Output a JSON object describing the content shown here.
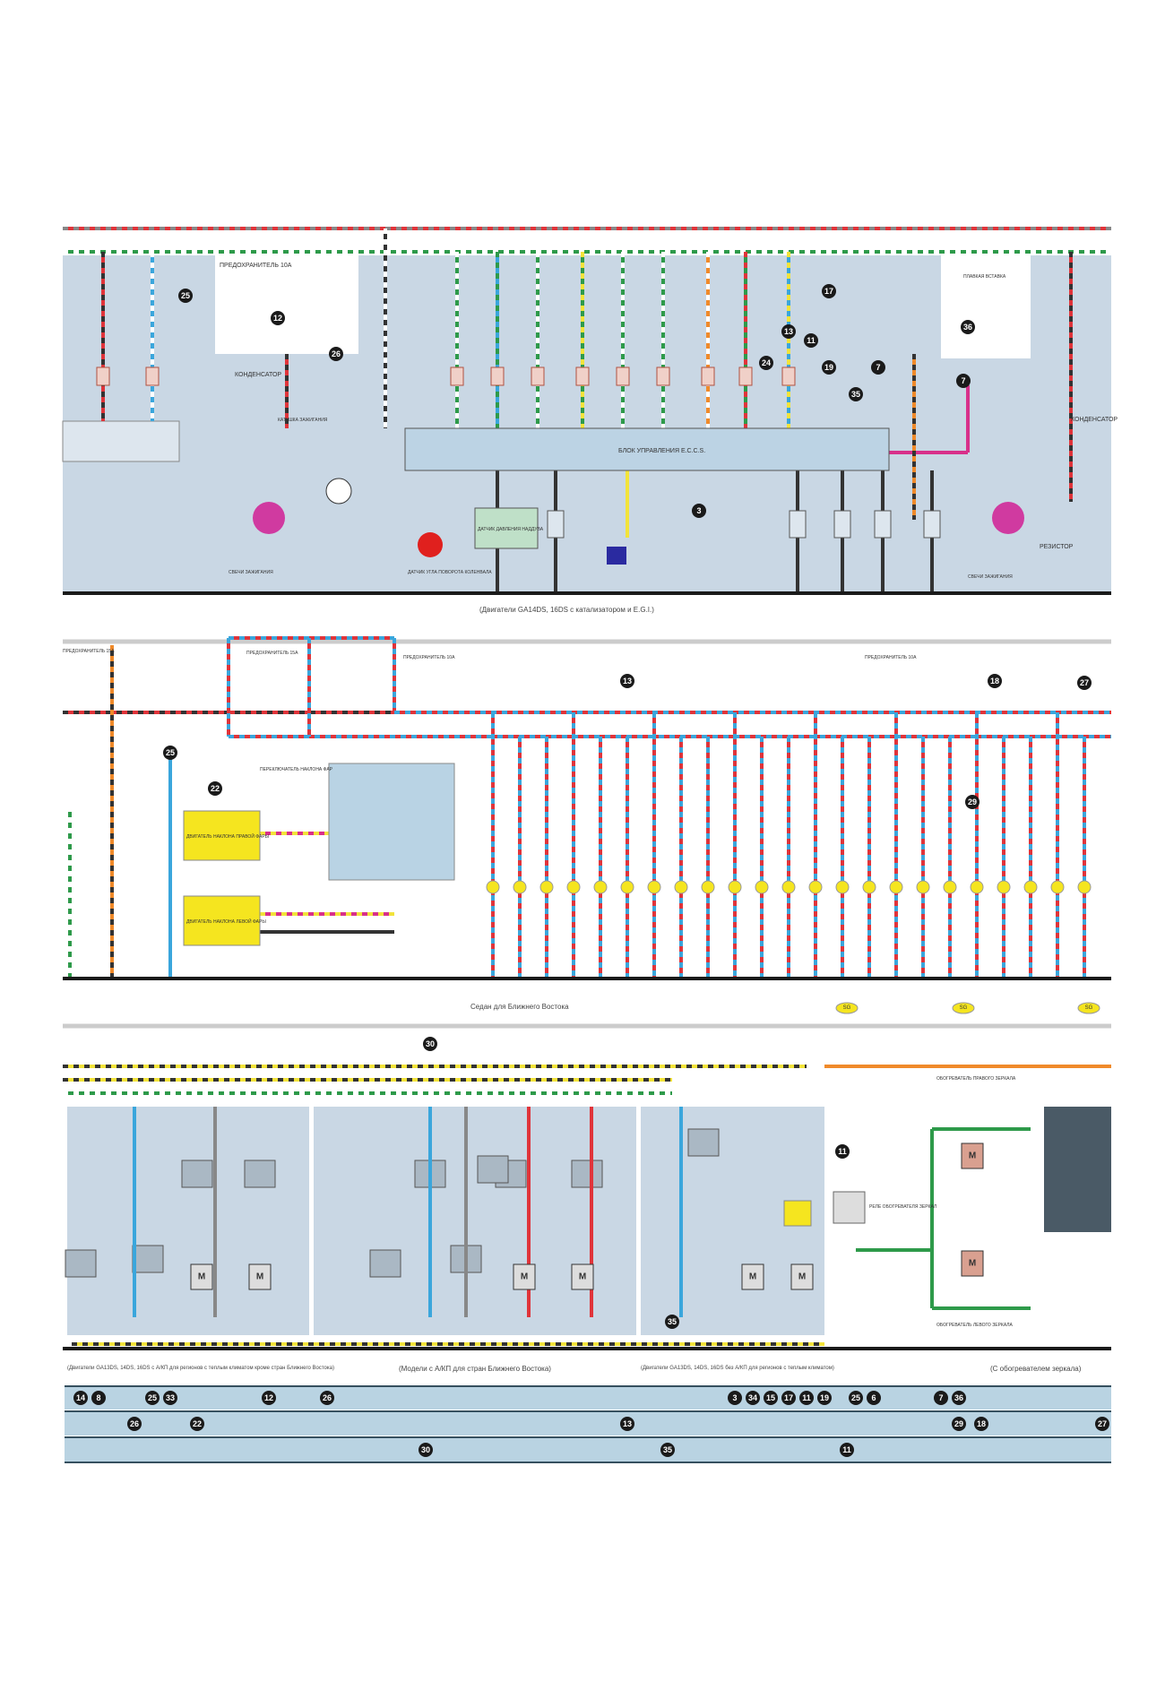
{
  "colors": {
    "panel": "#c9d7e4",
    "band": "#b9d3e2",
    "ground": "#1a1a1a",
    "wire_red": "#e0343a",
    "wire_blue": "#3aa6dc",
    "wire_green": "#2e9a4a",
    "wire_yellow": "#f2e33a",
    "wire_orange": "#f08a2a",
    "wire_magenta": "#d8308a",
    "connector_yellow": "#f5e51f"
  },
  "top_panel": {
    "caption": "(Двигатели GA14DS, 16DS с катализатором и E.G.I.)",
    "ecu_label": "БЛОК УПРАВЛЕНИЯ E.C.C.S.",
    "boost_sensor": "ДАТЧИК ДАВЛЕНИЯ НАДДУВА",
    "crank_sensor": "ДАТЧИК УГЛА ПОВОРОТА КОЛЕНВАЛА",
    "fuse_left": "ПРЕДОХРАНИТЕЛЬ 10А",
    "fuse_right": "ПЛАВКАЯ ВСТАВКА",
    "condenser_left": "КОНДЕНСАТОР",
    "condenser_right": "КОНДЕНСАТОР",
    "resistor": "РЕЗИСТОР",
    "ignition_coil": "КАТУШКА ЗАЖИГАНИЯ",
    "spark_plugs_left": "СВЕЧИ ЗАЖИГАНИЯ",
    "spark_plugs_right": "СВЕЧИ ЗАЖИГАНИЯ",
    "callouts": [
      "25",
      "12",
      "26",
      "24",
      "13",
      "11",
      "19",
      "7",
      "35",
      "3",
      "36",
      "7",
      "17"
    ]
  },
  "middle_panel": {
    "fuse_a": "ПРЕДОХРАНИТЕЛЬ 15А",
    "fuse_b": "ПРЕДОХРАНИТЕЛЬ 15А",
    "fuse_c": "ПРЕДОХРАНИТЕЛЬ 10А",
    "fuse_d": "ПРЕДОХРАНИТЕЛЬ 10А",
    "headlamp_switch": "ПЕРЕКЛЮЧАТЕЛЬ НАКЛОНА ФАР",
    "motor_right": "ДВИГАТЕЛЬ НАКЛОНА ПРАВОЙ ФАРЫ",
    "motor_left": "ДВИГАТЕЛЬ НАКЛОНА ЛЕВОЙ ФАРЫ",
    "caption_sedan": "Седан для Ближнего Востока",
    "sg_badges": [
      "SG",
      "SG",
      "SG"
    ],
    "callouts": [
      "13",
      "18",
      "27",
      "25",
      "22",
      "29"
    ]
  },
  "bottom_panel": {
    "caption_1": "(Двигатели GA13DS, 14DS, 16DS с А/КП для регионов с теплым климатом кроме стран Ближнего Востока)",
    "caption_2": "(Модели с А/КП для стран Ближнего Востока)",
    "caption_3": "(Двигатели GA13DS, 14DS, 16DS без А/КП для регионов с теплым климатом)",
    "caption_4": "(С обогревателем зеркала)",
    "mirror_heater_right": "ОБОГРЕВАТЕЛЬ ПРАВОГО ЗЕРКАЛА",
    "mirror_heater_left": "ОБОГРЕВАТЕЛЬ ЛЕВОГО ЗЕРКАЛА",
    "mirror_relay": "РЕЛЕ ОБОГРЕВАТЕЛЯ ЗЕРКАЛ",
    "fan_motor": "М",
    "callouts": [
      "30",
      "11",
      "35"
    ]
  },
  "index_bands": {
    "row1": [
      "14",
      "8",
      "25",
      "33",
      "12",
      "26",
      "3",
      "34",
      "15",
      "17",
      "11",
      "19",
      "25",
      "6",
      "7",
      "36"
    ],
    "row2": [
      "26",
      "22",
      "13",
      "29",
      "18",
      "27"
    ],
    "row3": [
      "30",
      "35",
      "11"
    ]
  }
}
